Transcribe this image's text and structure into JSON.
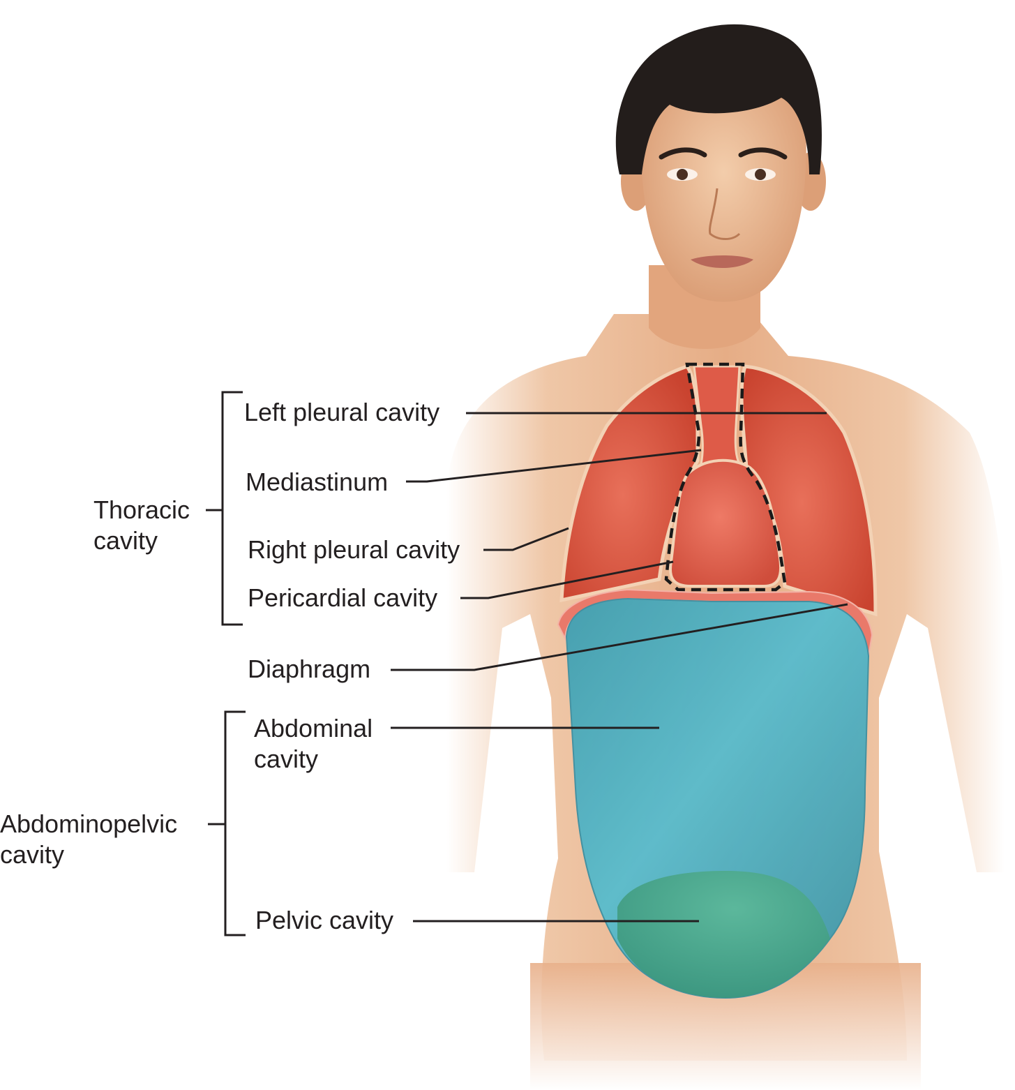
{
  "labels": {
    "thoracic_cavity": "Thoracic\ncavity",
    "left_pleural_cavity": "Left pleural cavity",
    "mediastinum": "Mediastinum",
    "right_pleural_cavity": "Right pleural cavity",
    "pericardial_cavity": "Pericardial cavity",
    "diaphragm": "Diaphragm",
    "abdominal_cavity": "Abdominal\ncavity",
    "abdominopelvic_cavity": "Abdominopelvic\ncavity",
    "pelvic_cavity": "Pelvic cavity"
  },
  "colors": {
    "skin": "#e9b48e",
    "skin_shadow": "#c98a61",
    "hair": "#231d1b",
    "lung": "#d9533d",
    "lung_outline": "#f3d2b5",
    "heart": "#de5b48",
    "abdominal": "#4fb1c4",
    "pelvic": "#4aa88d",
    "diaphragm": "#e9796a",
    "leader_line": "#231f20"
  }
}
